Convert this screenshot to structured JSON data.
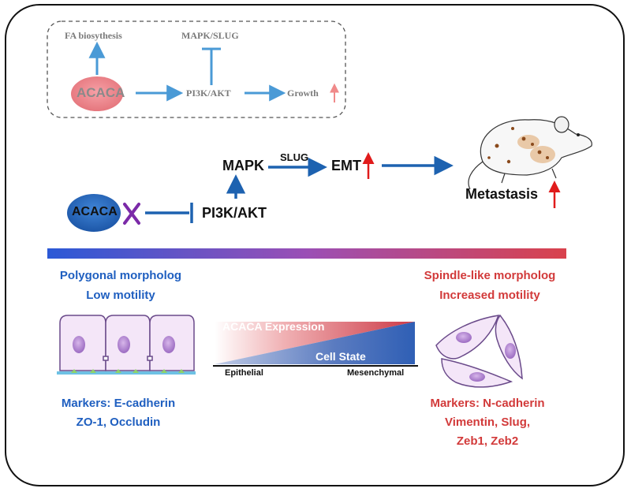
{
  "inset": {
    "fa": "FA biosythesis",
    "mapk_slug": "MAPK/SLUG",
    "acaca": "ACACA",
    "pi3k": "PI3K/AKT",
    "growth": "Growth"
  },
  "pathway": {
    "acaca": "ACACA",
    "pi3k": "PI3K/AKT",
    "mapk": "MAPK",
    "slug": "SLUG",
    "emt": "EMT",
    "metastasis": "Metastasis"
  },
  "left": {
    "line1": "Polygonal morpholog",
    "line2": "Low motility",
    "markers1": "Markers: E-cadherin",
    "markers2": "ZO-1, Occludin"
  },
  "right": {
    "line1": "Spindle-like morpholog",
    "line2": "Increased motility",
    "markers1": "Markers: N-cadherin",
    "markers2": "Vimentin, Slug,",
    "markers3": "Zeb1, Zeb2"
  },
  "center": {
    "expr": "ACACA Expression",
    "state": "Cell State",
    "epi": "Epithelial",
    "mes": "Mesenchymal"
  },
  "colors": {
    "blue_text": "#1f5fc0",
    "red_text": "#d23a3a",
    "arrow_blue": "#1d62b0",
    "inset_arrow": "#4a9ad6",
    "gradient_start": "#2b59d6",
    "gradient_mid": "#9b4fb5",
    "gradient_end": "#d9424c"
  }
}
